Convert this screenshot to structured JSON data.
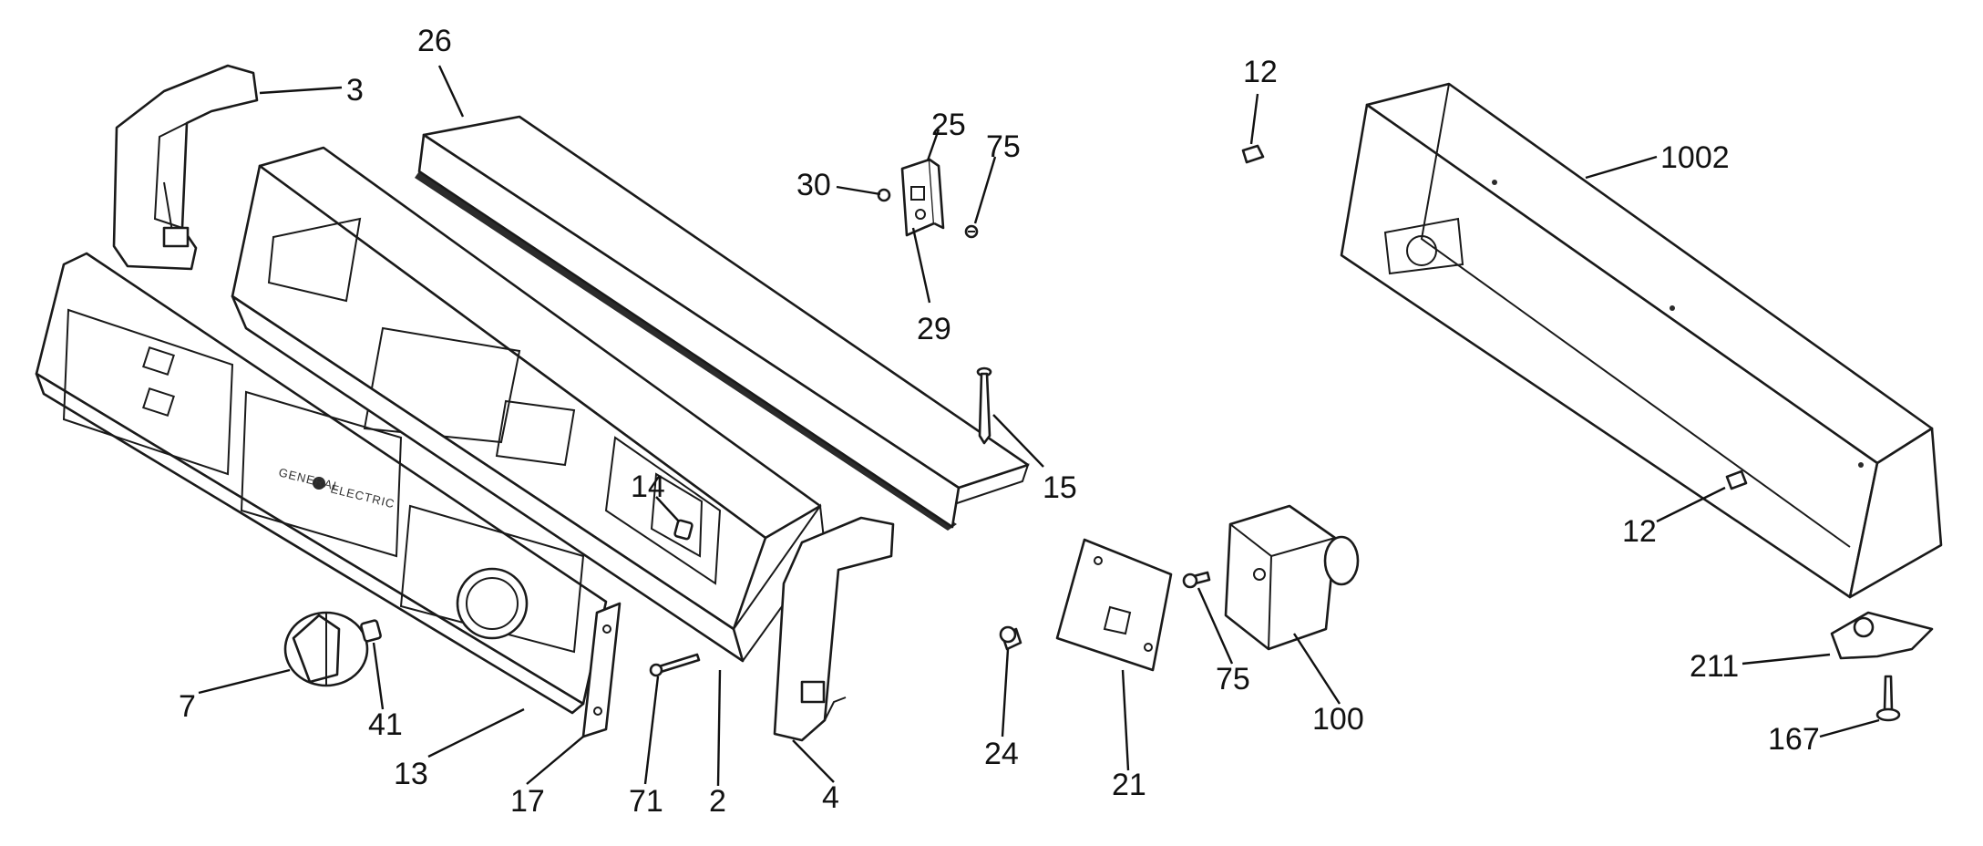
{
  "callouts": {
    "c3": "3",
    "c26": "26",
    "c25": "25",
    "c75a": "75",
    "c30": "30",
    "c29": "29",
    "c12a": "12",
    "c1002": "1002",
    "c15": "15",
    "c14": "14",
    "c12b": "12",
    "c211": "211",
    "c167": "167",
    "c7": "7",
    "c41": "41",
    "c13": "13",
    "c17": "17",
    "c71": "71",
    "c2": "2",
    "c4": "4",
    "c24": "24",
    "c21": "21",
    "c75b": "75",
    "c100": "100"
  },
  "panel": {
    "brand_left": "GENERAL",
    "brand_right": "ELECTRIC"
  },
  "colors": {
    "line": "#1a1a1a",
    "background": "#ffffff"
  }
}
